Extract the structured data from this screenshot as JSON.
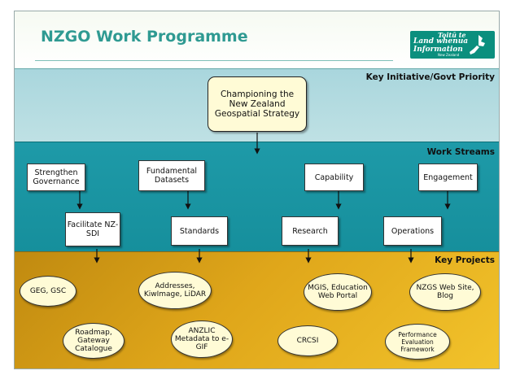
{
  "title": "NZGO Work Programme",
  "logo": {
    "line1": "Toitū te",
    "line2": "Land whenua",
    "line3": "Information",
    "line4": "New Zealand"
  },
  "bands": {
    "key_initiative": "Key Initiative/Govt Priority",
    "work_streams": "Work Streams",
    "key_projects": "Key Projects"
  },
  "initiative": "Championing the New Zealand Geospatial Strategy",
  "work_streams_row1": [
    "Strengthen Governance",
    "Fundamental Datasets",
    "Capability",
    "Engagement"
  ],
  "work_streams_row2": [
    "Facilitate NZ-SDI",
    "Standards",
    "Research",
    "Operations"
  ],
  "projects": [
    "GEG, GSC",
    "Addresses, KiwImage, LiDAR",
    "MGIS, Education Web Portal",
    "NZGS Web Site, Blog",
    "Roadmap, Gateway Catalogue",
    "ANZLIC Metadata to e-GIF",
    "CRCSI",
    "Performance Evaluation Framework"
  ],
  "colors": {
    "title": "#2f9a92",
    "band_initiative": "#a9d6dd",
    "band_streams": "#1e9aa8",
    "band_projects": "#dfa61a",
    "ellipse_fill": "#fffbd6"
  }
}
